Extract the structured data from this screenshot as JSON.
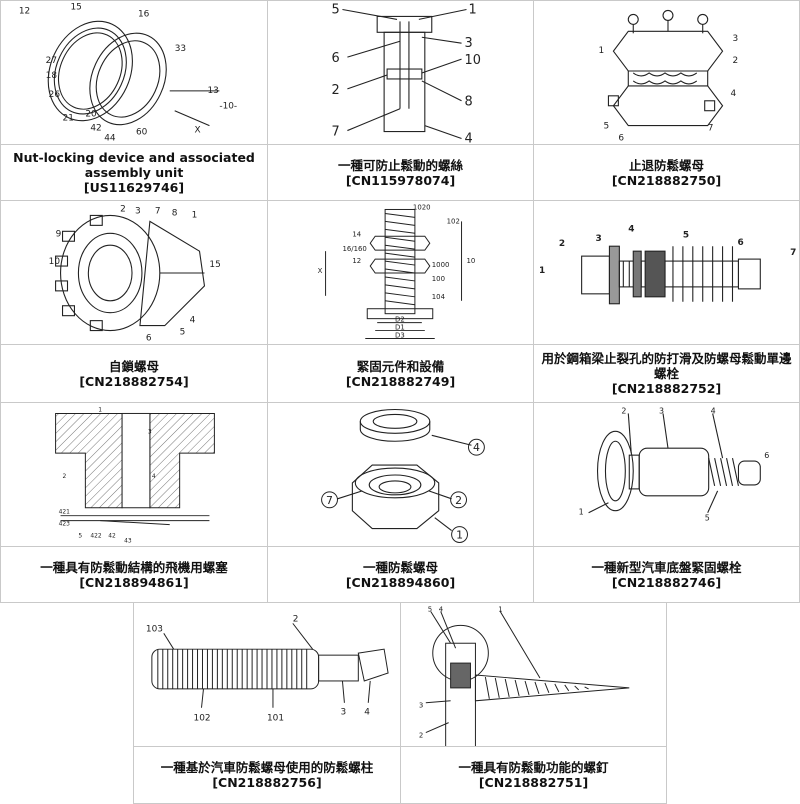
{
  "cells": [
    {
      "title": "Nut-locking device and associated assembly unit",
      "patent": "[US11629746]",
      "labels": [
        "12",
        "15",
        "16",
        "33",
        "27",
        "18",
        "26",
        "21",
        "20",
        "42",
        "44",
        "60",
        "13",
        "-10-",
        "X"
      ]
    },
    {
      "title": "一種可防止鬆動的螺絲",
      "patent": "[CN115978074]",
      "labels": [
        "5",
        "1",
        "6",
        "3",
        "2",
        "10",
        "8",
        "7",
        "4"
      ]
    },
    {
      "title": "止退防鬆螺母",
      "patent": "[CN218882750]",
      "labels": [
        "1",
        "2",
        "3",
        "4",
        "5",
        "6",
        "7"
      ]
    },
    {
      "title": "自鎖螺母",
      "patent": "[CN218882754]",
      "labels": [
        "2",
        "3",
        "7",
        "8",
        "1",
        "9",
        "10",
        "15",
        "4",
        "5",
        "6"
      ]
    },
    {
      "title": "緊固元件和設備",
      "patent": "[CN218882749]",
      "labels": [
        "1020",
        "102",
        "14",
        "16/160",
        "12",
        "1000",
        "10",
        "100",
        "X",
        "104",
        "D2",
        "D1",
        "D3"
      ]
    },
    {
      "title": "用於鋼箱梁止裂孔的防打滑及防螺母鬆動單邊螺栓",
      "patent": "[CN218882752]",
      "labels": [
        "2",
        "3",
        "4",
        "5",
        "6",
        "7",
        "1"
      ]
    },
    {
      "title": "一種具有防鬆動結構的飛機用螺塞",
      "patent": "[CN218894861]",
      "labels": [
        "1",
        "2",
        "3",
        "4",
        "421",
        "423",
        "422",
        "42",
        "43",
        "5"
      ]
    },
    {
      "title": "一種防鬆螺母",
      "patent": "[CN218894860]",
      "labels": [
        "4",
        "7",
        "2",
        "1"
      ]
    },
    {
      "title": "一種新型汽車底盤緊固螺栓",
      "patent": "[CN218882746]",
      "labels": [
        "2",
        "3",
        "4",
        "6",
        "1",
        "5"
      ]
    },
    {
      "title": "一種基於汽車防鬆螺母使用的防鬆螺柱",
      "patent": "[CN218882756]",
      "labels": [
        "103",
        "2",
        "102",
        "101",
        "3",
        "4"
      ]
    },
    {
      "title": "一種具有防鬆動功能的螺釘",
      "patent": "[CN218882751]",
      "labels": [
        "1",
        "2",
        "3",
        "4",
        "5"
      ]
    }
  ]
}
